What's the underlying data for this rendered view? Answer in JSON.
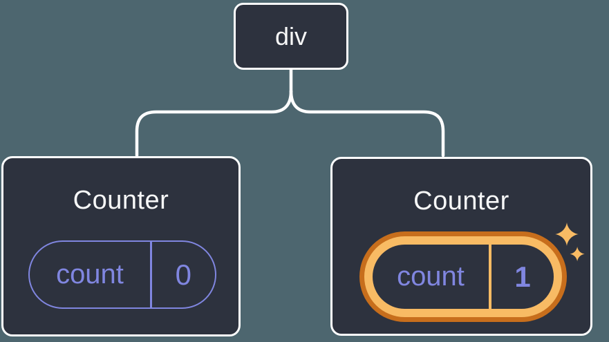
{
  "colors": {
    "canvas-bg": "#4d666f",
    "node-bg": "#2d323e",
    "node-border": "#ffffff",
    "line-color": "#ffffff",
    "text-primary": "#f7f8f8",
    "state-accent": "#8086e0",
    "highlight-outer": "#c76e1c",
    "highlight-inner": "#f8bb64"
  },
  "tree": {
    "root": {
      "label": "div"
    },
    "children": [
      {
        "title": "Counter",
        "state": {
          "key": "count",
          "value": "0"
        },
        "highlighted": false
      },
      {
        "title": "Counter",
        "state": {
          "key": "count",
          "value": "1"
        },
        "highlighted": true
      }
    ]
  }
}
